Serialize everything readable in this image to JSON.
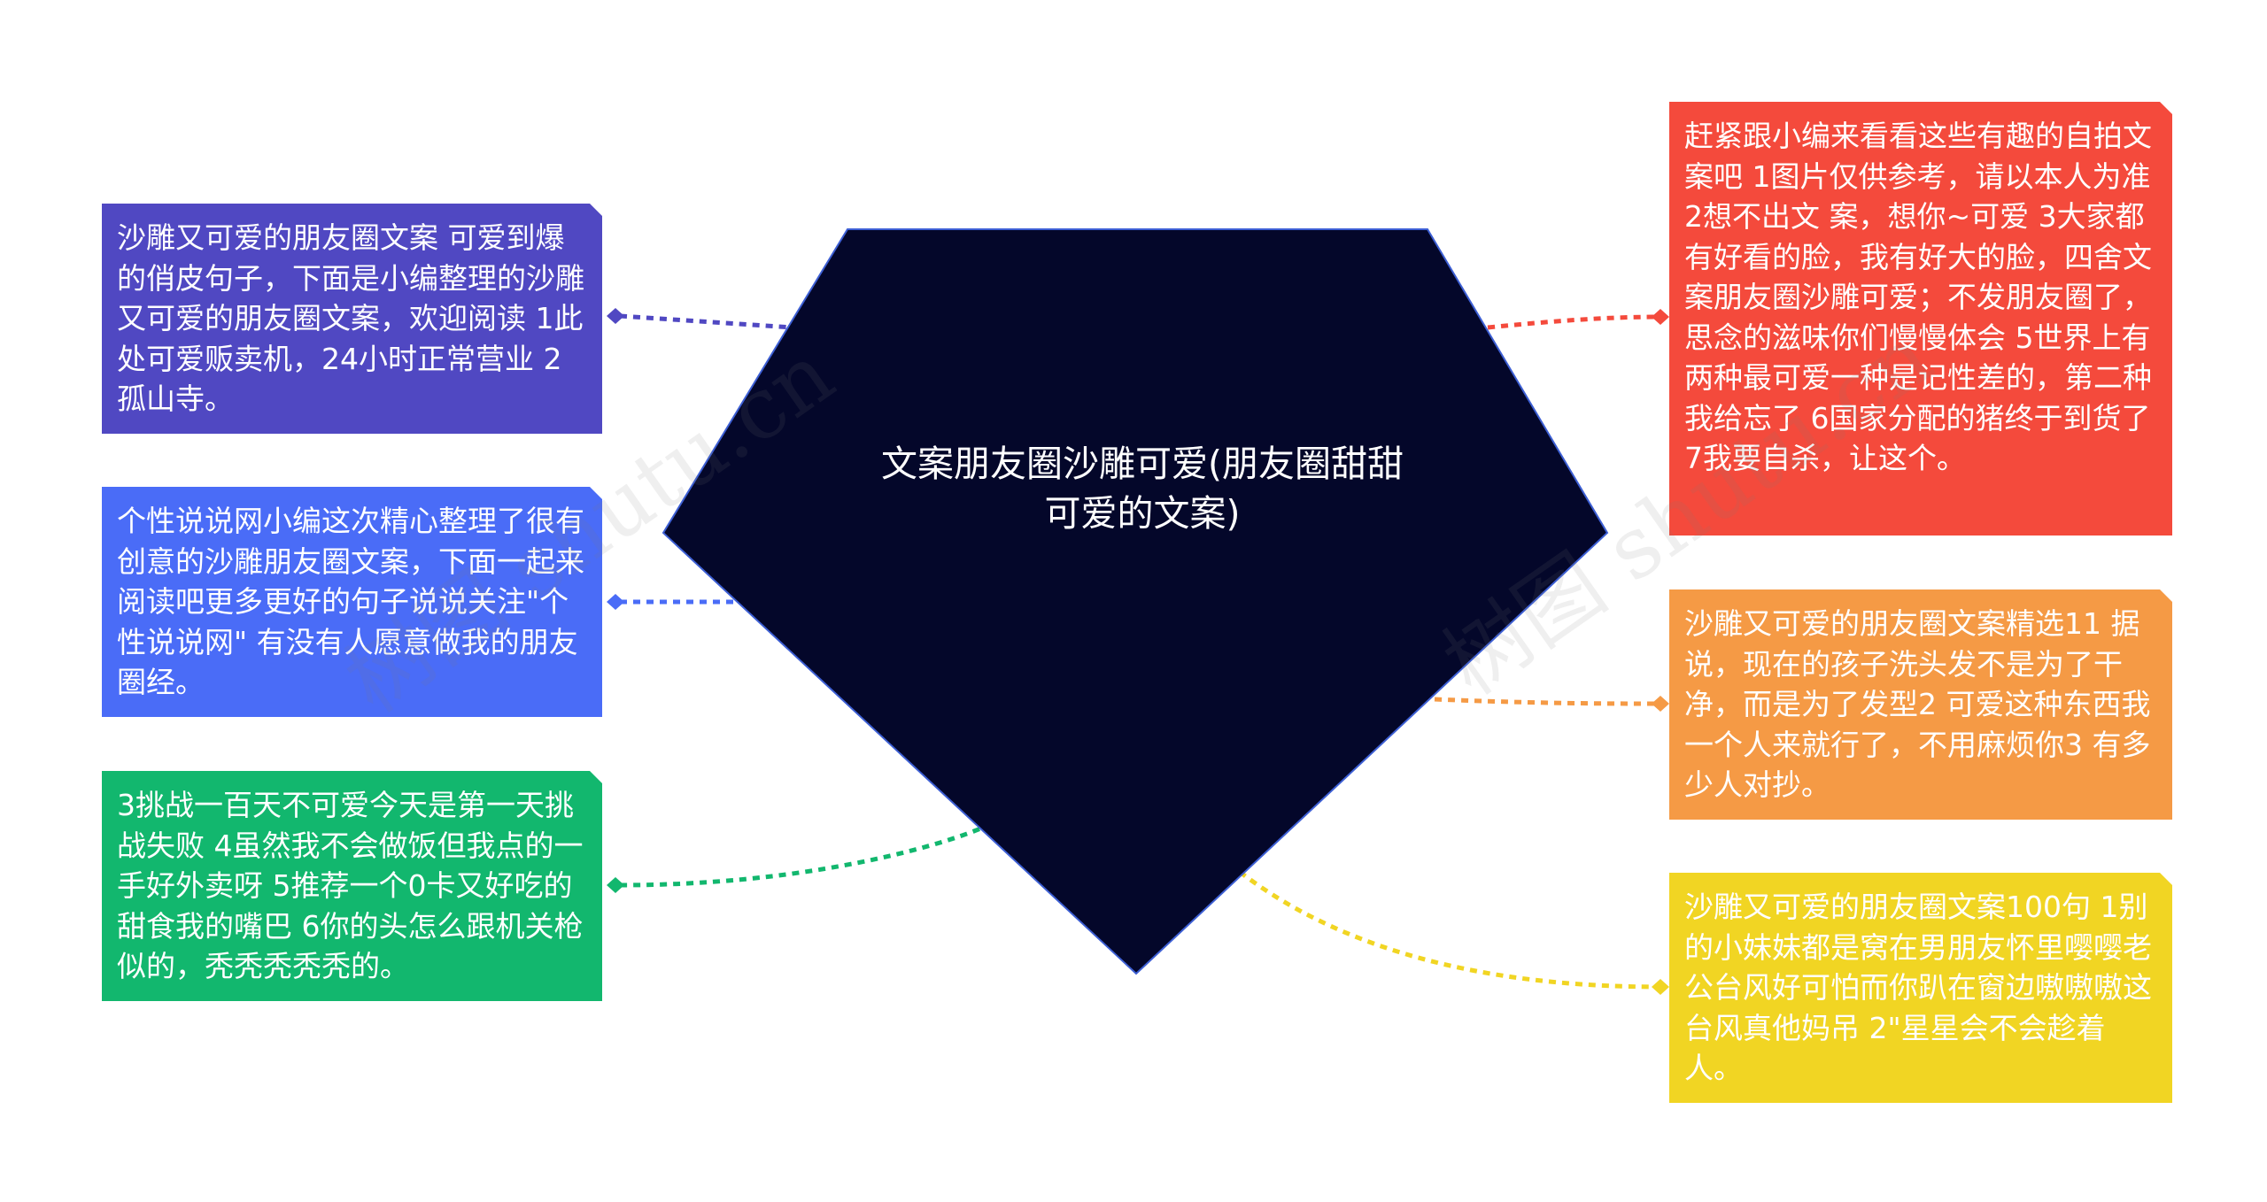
{
  "center": {
    "title": "文案朋友圈沙雕可爱(朋友圈甜甜可爱的文案)"
  },
  "nodes": [
    {
      "key": "left-1",
      "color": "#5048c2",
      "text": "沙雕又可爱的朋友圈文案 可爱到爆的俏皮句子，下面是小编整理的沙雕又可爱的朋友圈文案，欢迎阅读 1此处可爱贩卖机，24小时正常营业 2孤山寺。"
    },
    {
      "key": "left-2",
      "color": "#4a6cf7",
      "text": "个性说说网小编这次精心整理了很有创意的沙雕朋友圈文案，下面一起来阅读吧更多更好的句子说说关注\"个性说说网\" 有没有人愿意做我的朋友圈经。"
    },
    {
      "key": "left-3",
      "color": "#12b76e",
      "text": "3挑战一百天不可爱今天是第一天挑战失败 4虽然我不会做饭但我点的一手好外卖呀 5推荐一个0卡又好吃的甜食我的嘴巴 6你的头怎么跟机关枪似的，秃秃秃秃秃的。"
    },
    {
      "key": "right-1",
      "color": "#f44a3c",
      "text": "赶紧跟小编来看看这些有趣的自拍文案吧 1图片仅供参考，请以本人为准 2想不出文 案，想你~可爱 3大家都有好看的脸，我有好大的脸，四舍文案朋友圈沙雕可爱；不发朋友圈了，思念的滋味你们慢慢体会 5世界上有两种最可爱一种是记性差的，第二种我给忘了 6国家分配的猪终于到货了 7我要自杀，让这个。"
    },
    {
      "key": "right-2",
      "color": "#f59a45",
      "text": "沙雕又可爱的朋友圈文案精选11 据说，现在的孩子洗头发不是为了干净，而是为了发型2 可爱这种东西我一个人来就行了，不用麻烦你3 有多少人对抄。"
    },
    {
      "key": "right-3",
      "color": "#f1d523",
      "text": "沙雕又可爱的朋友圈文案100句 1别的小妹妹都是窝在男朋友怀里嘤嘤老公台风好可怕而你趴在窗边嗷嗷嗷这台风真他妈吊 2\"星星会不会趁着人。"
    }
  ],
  "watermarks": [
    "树图 shutu.cn",
    "树图 shutu.cn"
  ]
}
